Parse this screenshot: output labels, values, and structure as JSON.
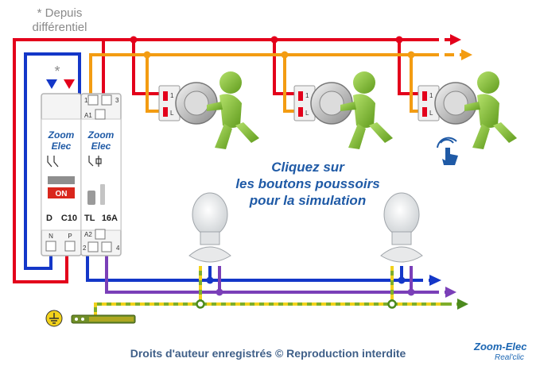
{
  "note": {
    "line1": "* Depuis",
    "line2": "différentiel",
    "asterisk": "*"
  },
  "breaker": {
    "brand1": "Zoom",
    "brand2": "Elec",
    "state": "ON",
    "letter": "D",
    "rating": "C10",
    "terminal_n": "N",
    "terminal_p": "P"
  },
  "relay": {
    "brand1": "Zoom",
    "brand2": "Elec",
    "type": "TL",
    "rating": "16A",
    "t1": "1",
    "t3": "3",
    "a1": "A1",
    "a2": "A2",
    "t2": "2",
    "t4": "4"
  },
  "pushbutton": {
    "terminal_1": "1",
    "terminal_l": "L"
  },
  "instruction": {
    "line1": "Cliquez sur",
    "line2": "les boutons poussoirs",
    "line3": "pour la simulation"
  },
  "footer": {
    "copyright": "Droits d'auteur enregistrés © Reproduction interdite"
  },
  "logo": {
    "name": "Zoom-Elec",
    "sub": "Real'clic"
  },
  "icons": [
    "hand-click-icon",
    "earth-ground-icon",
    "bulb-icon",
    "person-icon"
  ],
  "colors": {
    "phase": "#e3001b",
    "neutral": "#1437c8",
    "control": "#f39c12",
    "return": "#7a3fb8",
    "earth": "#7fae2a",
    "figure": "#8dc63f",
    "text_blue": "#1f5aa6"
  }
}
